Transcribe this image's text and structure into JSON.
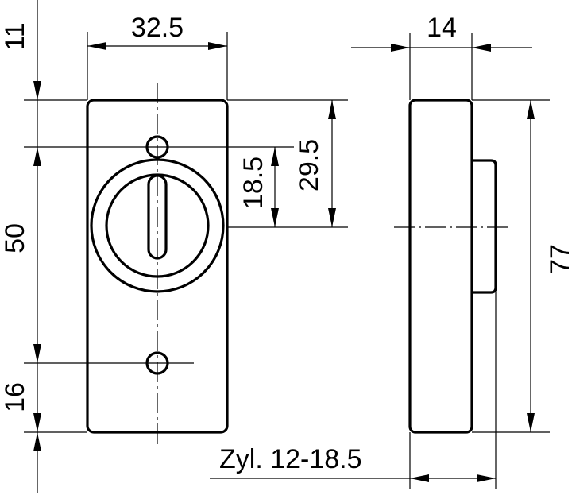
{
  "dimensions": {
    "front_width": "32.5",
    "side_depth": "14",
    "top_offset": "11",
    "hole_spacing": "50",
    "bottom_offset": "16",
    "height_total": "77",
    "keyhole_center": "18.5",
    "cylinder_center": "29.5",
    "cylinder_range": "Zyl. 12-18.5"
  }
}
